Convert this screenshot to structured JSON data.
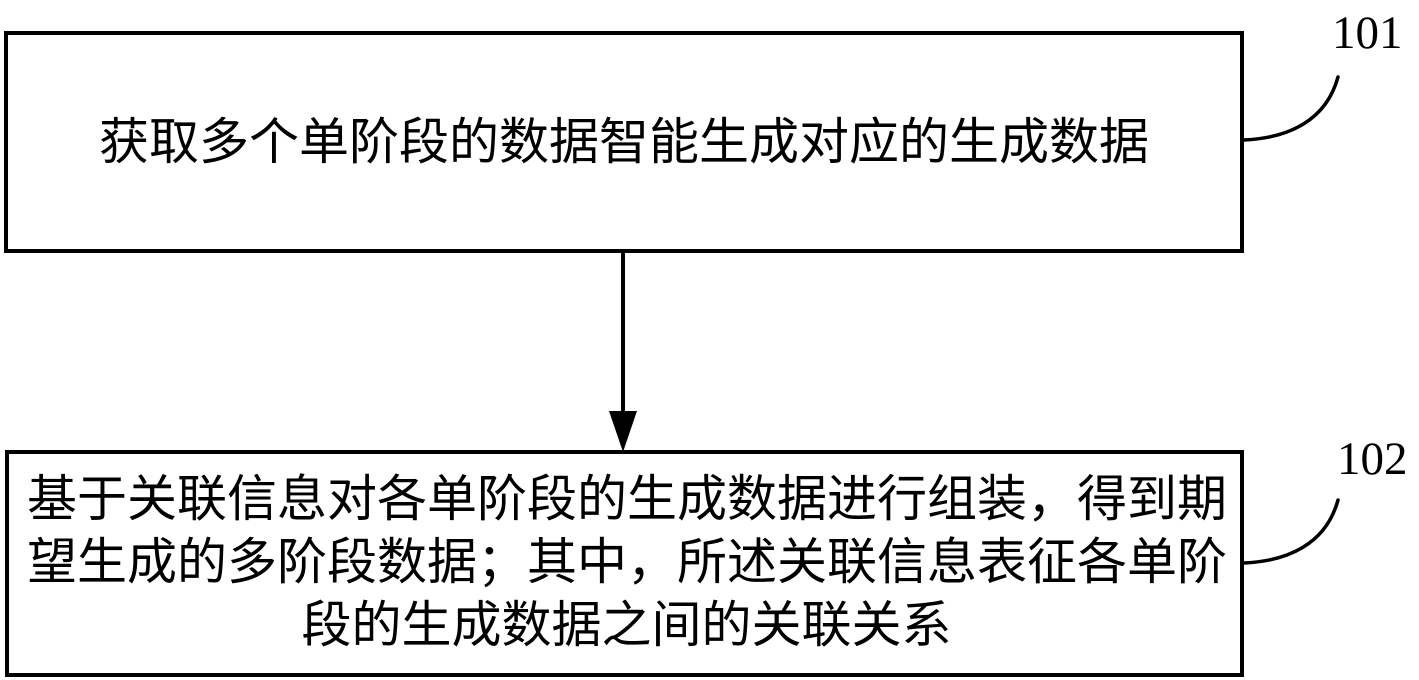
{
  "figure": {
    "step1": {
      "ref": "101",
      "text": "获取多个单阶段的数据智能生成对应的生成数据"
    },
    "step2": {
      "ref": "102",
      "lines": [
        "基于关联信息对各单阶段的生成数据进行组装，得到期",
        "望生成的多阶段数据；其中，所述关联信息表征各单阶",
        "段的生成数据之间的关联关系"
      ]
    },
    "colors": {
      "line": "#000000",
      "background": "#ffffff"
    }
  }
}
